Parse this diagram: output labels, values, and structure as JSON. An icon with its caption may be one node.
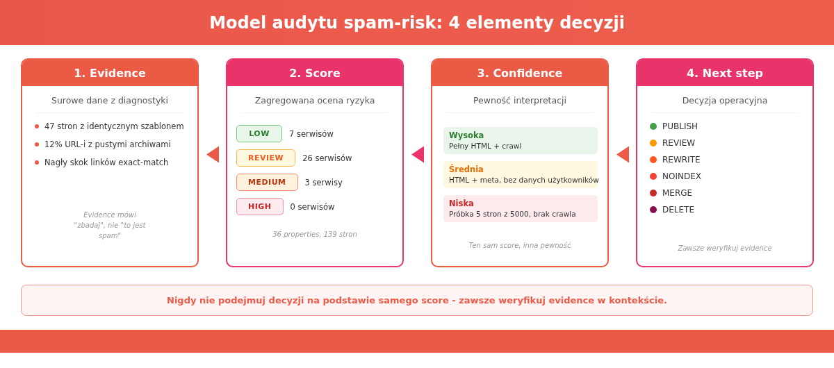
{
  "diagram": {
    "title": "Model audytu spam-risk: 4 elementy decyzji",
    "nodes": [
      {
        "text": [
          "1. Evidence",
          "Surowe dane z diagnostyki",
          "47 stron z identycznym szablonem",
          "12% URL-i z pustymi archiwami",
          "Nagły skok linków exact-match",
          "Evidence mówi \"zbadaj\", nie \"to jest spam\""
        ]
      },
      {
        "text": [
          "2. Score",
          "Zagregowana ocena ryzyka",
          "36 properties, 139 stron"
        ]
      },
      {
        "text": [
          "LOW"
        ],
        "in": 1,
        "beside": [
          "7 serwisów"
        ]
      },
      {
        "text": [
          "REVIEW"
        ],
        "in": 1,
        "beside": [
          "26 serwisów"
        ]
      },
      {
        "text": [
          "MEDIUM"
        ],
        "in": 1,
        "beside": [
          "3 serwisy"
        ]
      },
      {
        "text": [
          "HIGH"
        ],
        "in": 1,
        "beside": [
          "0 serwisów"
        ]
      },
      {
        "text": [
          "3. Confidence",
          "Pewność interpretacji",
          "Ten sam score, inna pewność"
        ]
      },
      {
        "text": [
          "Wysoka",
          "Pełny HTML + crawl"
        ],
        "in": 6
      },
      {
        "text": [
          "Średnia",
          "HTML + meta, bez danych użytkowników"
        ],
        "in": 6
      },
      {
        "text": [
          "Niska",
          "Próbka 5 stron z 5000, brak crawla"
        ],
        "in": 6
      },
      {
        "text": [
          "4. Next step",
          "Decyzja operacyjna",
          "PUBLISH",
          "REVIEW",
          "REWRITE",
          "NOINDEX",
          "MERGE",
          "DELETE",
          "Zawsze weryfikuj evidence"
        ]
      },
      {
        "text": [
          "Nigdy nie podejmuj decyzji na podstawie samego score - zawsze weryfikuj evidence w kontekście."
        ]
      }
    ],
    "edges": [
      {
        "from": 1,
        "to": 0,
        "arrow": "to"
      },
      {
        "from": 6,
        "to": 1,
        "arrow": "to",
        "color": "#e8336b"
      },
      {
        "from": 10,
        "to": 6,
        "arrow": "to"
      }
    ]
  }
}
